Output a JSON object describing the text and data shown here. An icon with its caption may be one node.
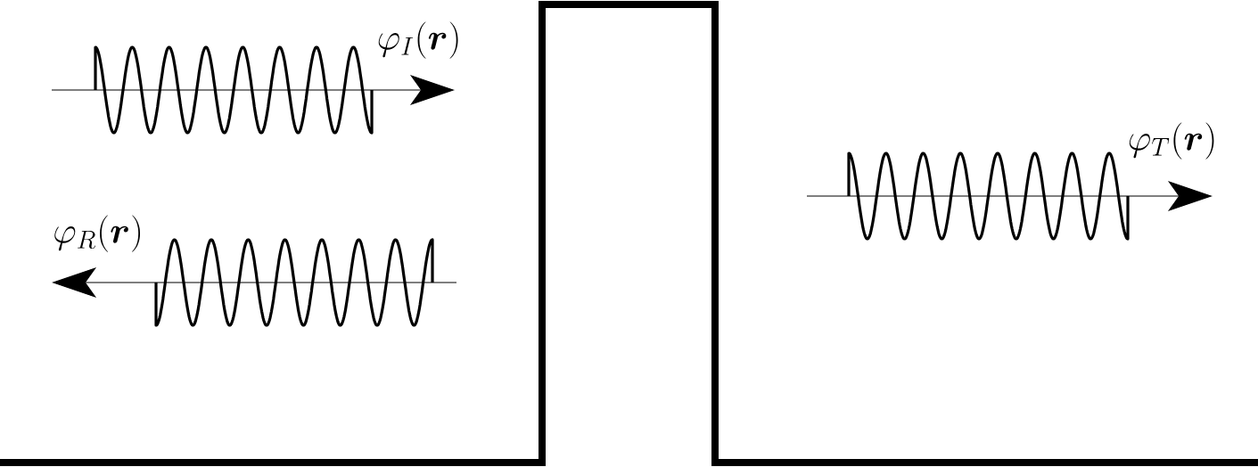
{
  "diagram": {
    "labels": [
      "\\varphi_I(\\boldsymbol{r})",
      "\\varphi_R(\\boldsymbol{r})",
      "\\varphi_T(\\boldsymbol{r})"
    ]
  }
}
